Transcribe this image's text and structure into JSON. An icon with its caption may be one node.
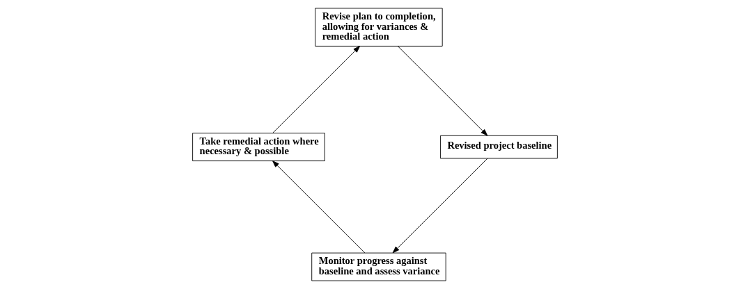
{
  "diagram": {
    "nodes": [
      {
        "text": [
          "Monitor progress against baseline and assess variance"
        ]
      },
      {
        "text": [
          "Take remedial action where necessary & possible"
        ]
      },
      {
        "text": [
          "Revise plan to completion, allowing for variances & remedial action"
        ]
      },
      {
        "text": [
          "Revised project baseline"
        ]
      }
    ],
    "edges": [
      {
        "from": 0,
        "to": 1,
        "arrow": "to"
      },
      {
        "from": 1,
        "to": 2,
        "arrow": "to"
      },
      {
        "from": 2,
        "to": 3,
        "arrow": "to"
      },
      {
        "from": 3,
        "to": 0,
        "arrow": "to"
      }
    ]
  }
}
